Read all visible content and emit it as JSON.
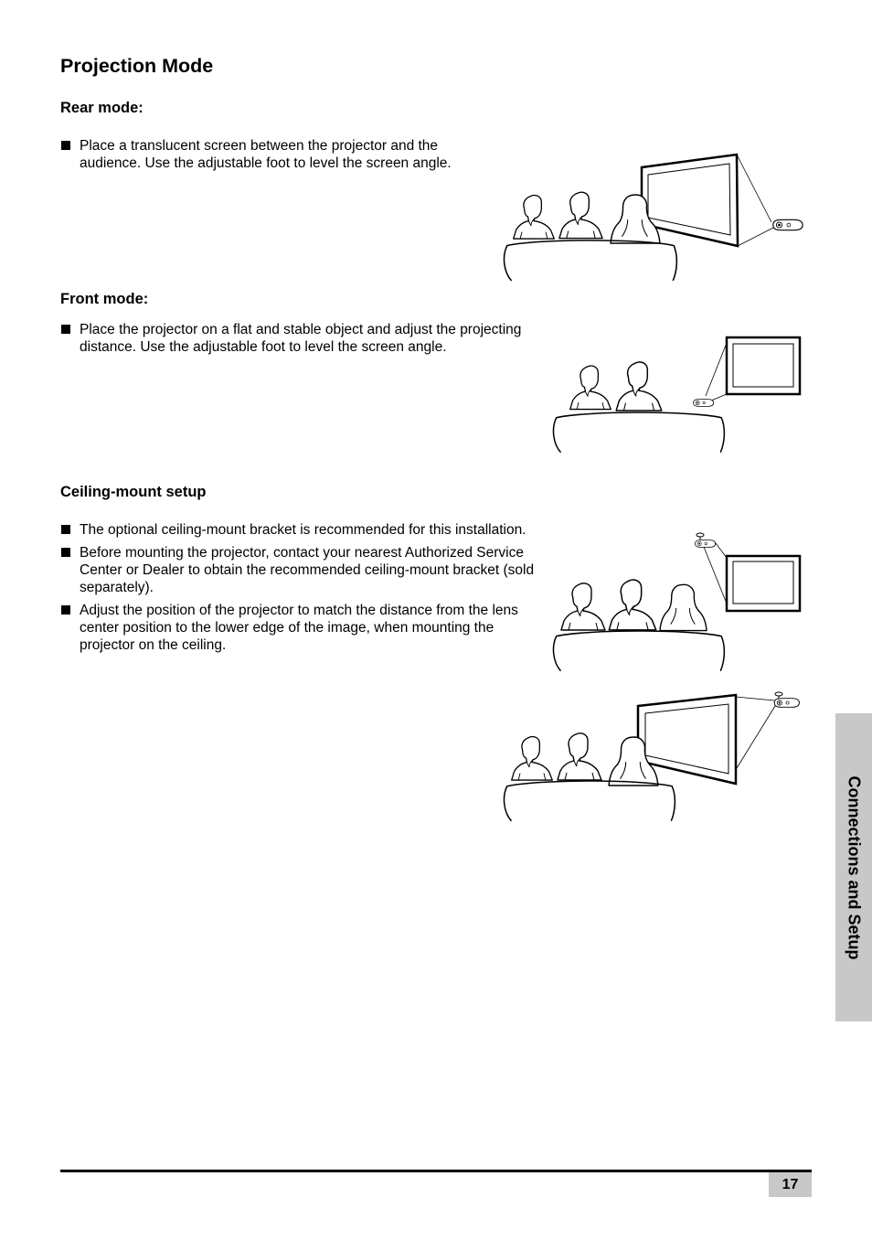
{
  "page": {
    "title": "Projection Mode",
    "side_tab": "Connections and Setup",
    "page_number": "17"
  },
  "sections": {
    "rear": {
      "heading": "Rear mode:",
      "bullets": [
        "Place a translucent screen between the projector and the audience. Use the adjustable foot to level the screen angle."
      ]
    },
    "front": {
      "heading": "Front mode:",
      "bullets": [
        "Place the projector on a flat and stable object and adjust the projecting distance. Use the adjustable foot to level the screen angle."
      ]
    },
    "ceiling": {
      "heading": "Ceiling-mount setup",
      "bullets": [
        "The optional ceiling-mount bracket is recommended for this installation.",
        "Before mounting the projector, contact your nearest Authorized Service Center or Dealer to obtain the recommended ceiling-mount bracket (sold separately).",
        "Adjust the position of the projector to match the distance from the lens center position to the lower edge of the image, when mounting the projector on the ceiling."
      ]
    }
  }
}
